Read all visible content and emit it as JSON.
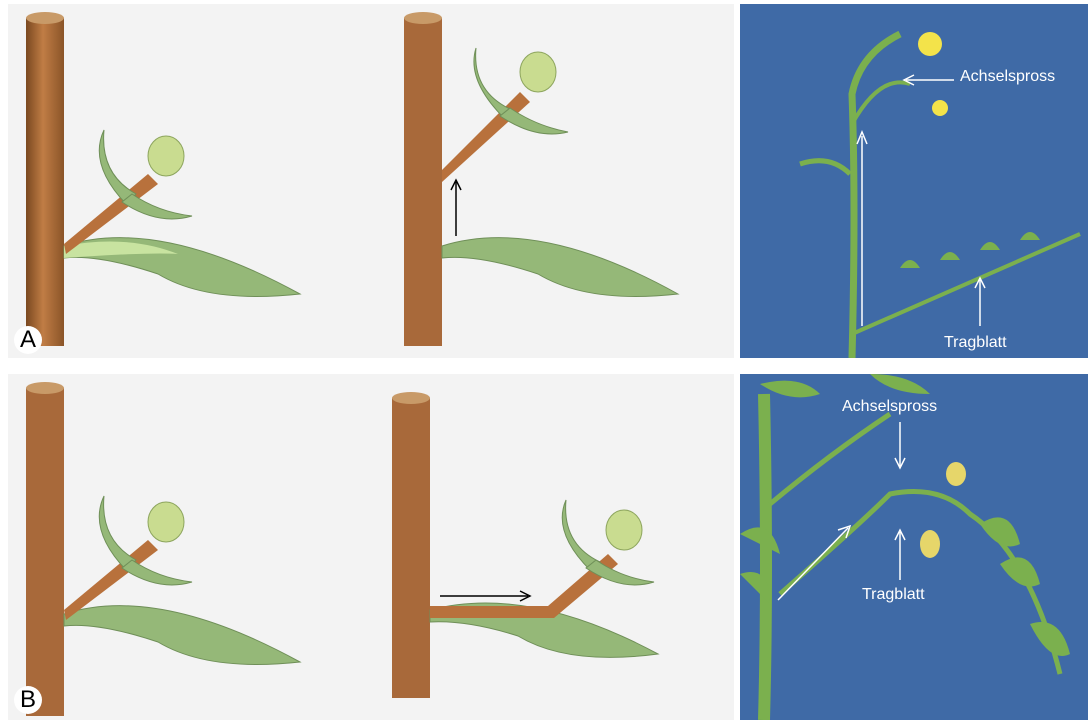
{
  "panels": {
    "row_a_letter": "A",
    "row_b_letter": "B"
  },
  "photo_a": {
    "label_top": "Achselspross",
    "label_bottom": "Tragblatt"
  },
  "photo_b": {
    "label_top": "Achselspross",
    "label_bottom": "Tragblatt"
  },
  "colors": {
    "stem": "#a8693a",
    "leaf_dark": "#95b878",
    "leaf_light": "#c8e3a0",
    "bud": "#c9dc90",
    "photo_bg": "#3f6aa6",
    "plant": "#7bb04e"
  }
}
